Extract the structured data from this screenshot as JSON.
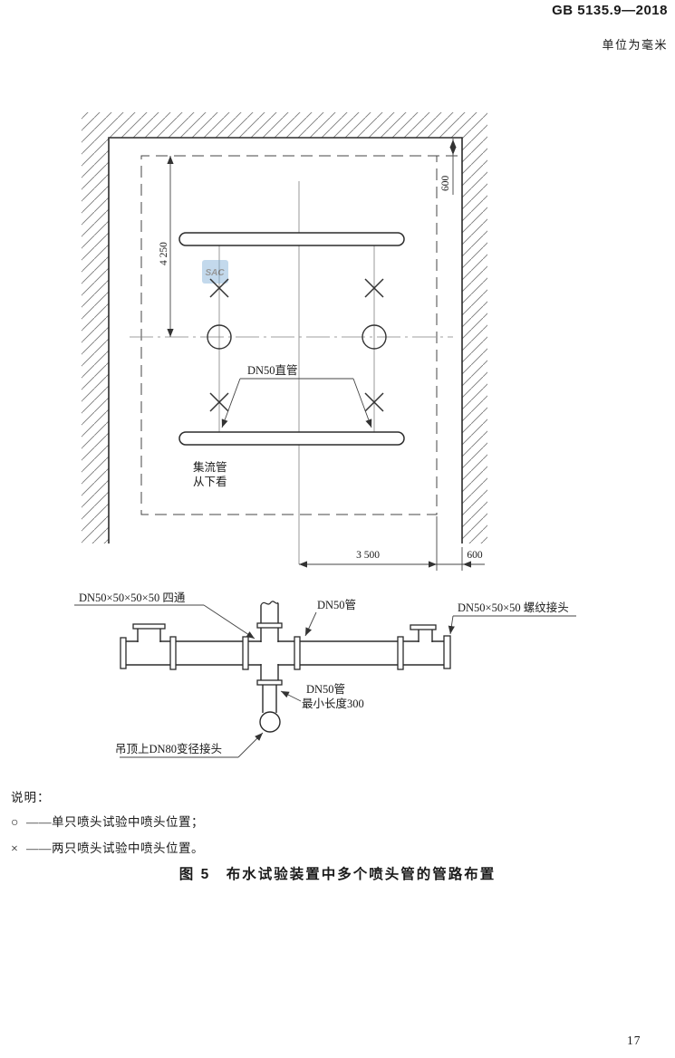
{
  "header": {
    "standard_code": "GB 5135.9—2018",
    "units_note": "单位为毫米"
  },
  "room_diagram": {
    "dim_top_offset": "600",
    "dim_left_span": "4 250",
    "dim_bottom_span": "3 500",
    "dim_bottom_offset": "600",
    "label_pipe": "DN50直管",
    "label_manifold_line1": "集流管",
    "label_manifold_line2": "从下看",
    "watermark": "SAC"
  },
  "pipe_diagram": {
    "label_cross_fitting": "DN50×50×50×50 四通",
    "label_pipe_top": "DN50管",
    "label_threaded_joint": "DN50×50×50 螺纹接头",
    "label_pipe_bottom_line1": "DN50管",
    "label_pipe_bottom_line2": "最小长度300",
    "label_reducer": "吊顶上DN80变径接头"
  },
  "legend": {
    "title": "说明：",
    "items": [
      {
        "symbol": "○",
        "text": "——单只喷头试验中喷头位置；"
      },
      {
        "symbol": "×",
        "text": "——两只喷头试验中喷头位置。"
      }
    ]
  },
  "figure_caption": "图 5　布水试验装置中多个喷头管的管路布置",
  "page_number": "17"
}
